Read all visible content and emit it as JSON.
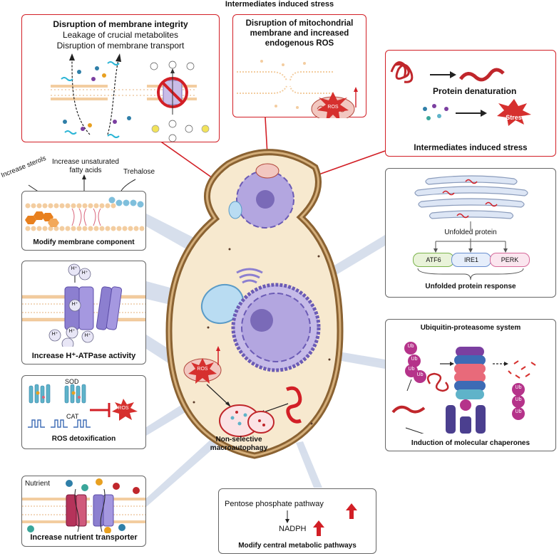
{
  "title": "Intermediates induced stress",
  "top_left": {
    "title": "Disruption of membrane integrity",
    "line1": "Leakage of crucial metabolites",
    "line2": "Disruption of membrane transport"
  },
  "top_middle": {
    "line1": "Disruption of mitochondrial",
    "line2": "membrane and increased",
    "line3": "endogenous ROS",
    "ros": "ROS"
  },
  "top_right": {
    "protein_denaturation": "Protein denaturation",
    "stress": "Stress",
    "label": "Intermediates induced stress"
  },
  "membrane": {
    "increase_sterols": "Increase sterols",
    "unsat_line1": "Increase unsaturated",
    "unsat_line2": "fatty acids",
    "trehalose": "Trehalose",
    "label": "Modify membrane component"
  },
  "atpase": {
    "hplus": "H⁺",
    "label": "Increase H⁺-ATPase activity"
  },
  "ros_detox": {
    "sod": "SOD",
    "cat": "CAT",
    "ros": "ROS",
    "label": "ROS detoxification"
  },
  "nutrient": {
    "nutrient": "Nutrient",
    "label": "Increase nutrient transporter"
  },
  "upr": {
    "unfolded": "Unfolded protein",
    "atf6": "ATF6",
    "ire1": "IRE1",
    "perk": "PERK",
    "label": "Unfolded protein response"
  },
  "ups": {
    "title": "Ubiquitin-proteasome system",
    "ub": "Ub",
    "label": "Induction of molecular chaperones"
  },
  "cell": {
    "ros": "ROS",
    "autophagy1": "Non-selective",
    "autophagy2": "macroautophagy"
  },
  "metabolic": {
    "ppp": "Pentose phosphate pathway",
    "nadph": "NADPH",
    "label": "Modify central metabolic pathways"
  },
  "colors": {
    "red_accent": "#d21f26",
    "membrane": "#f3cda0",
    "purple": "#8c7fd0",
    "cell_body": "#f7e9cf",
    "cell_wall": "#8a6232"
  }
}
